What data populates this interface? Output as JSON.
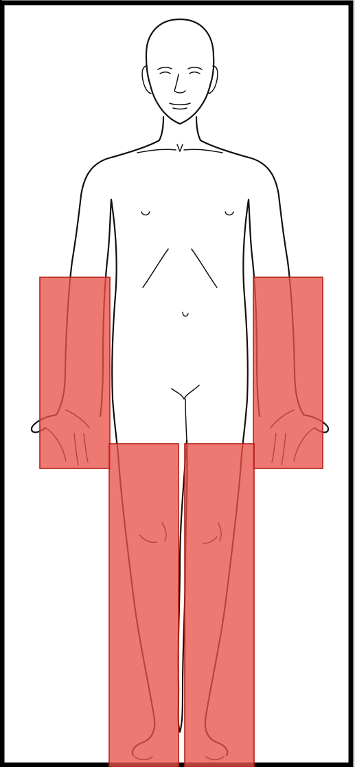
{
  "figure": {
    "subject": "anterior-body-outline",
    "regions": [
      {
        "id": "right-forearm-hand",
        "label": "",
        "selected": true
      },
      {
        "id": "left-forearm-hand",
        "label": "",
        "selected": true
      },
      {
        "id": "right-leg",
        "label": "",
        "selected": true
      },
      {
        "id": "left-leg",
        "label": "",
        "selected": true
      }
    ],
    "colors": {
      "region_fill": "#e8534a",
      "region_fill_opacity": 0.78,
      "region_stroke": "#b81f18",
      "outline": "#111111",
      "frame_border": "#000000",
      "background": "#ffffff"
    }
  }
}
